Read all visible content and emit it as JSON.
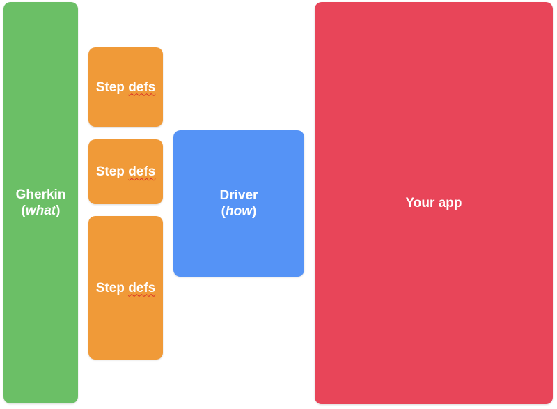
{
  "colors": {
    "gherkin": "#6bbf66",
    "step_defs": "#f09a38",
    "driver": "#5593f6",
    "app": "#e84559"
  },
  "gherkin": {
    "title": "Gherkin",
    "open_paren": "(",
    "emphasis": "what",
    "close_paren": ")"
  },
  "step_defs": [
    {
      "word1": "Step",
      "word2": "defs"
    },
    {
      "word1": "Step",
      "word2": "defs"
    },
    {
      "word1": "Step",
      "word2": "defs"
    }
  ],
  "driver": {
    "title": "Driver",
    "open_paren": "(",
    "emphasis": "how",
    "close_paren": ")"
  },
  "app": {
    "title": "Your app"
  }
}
